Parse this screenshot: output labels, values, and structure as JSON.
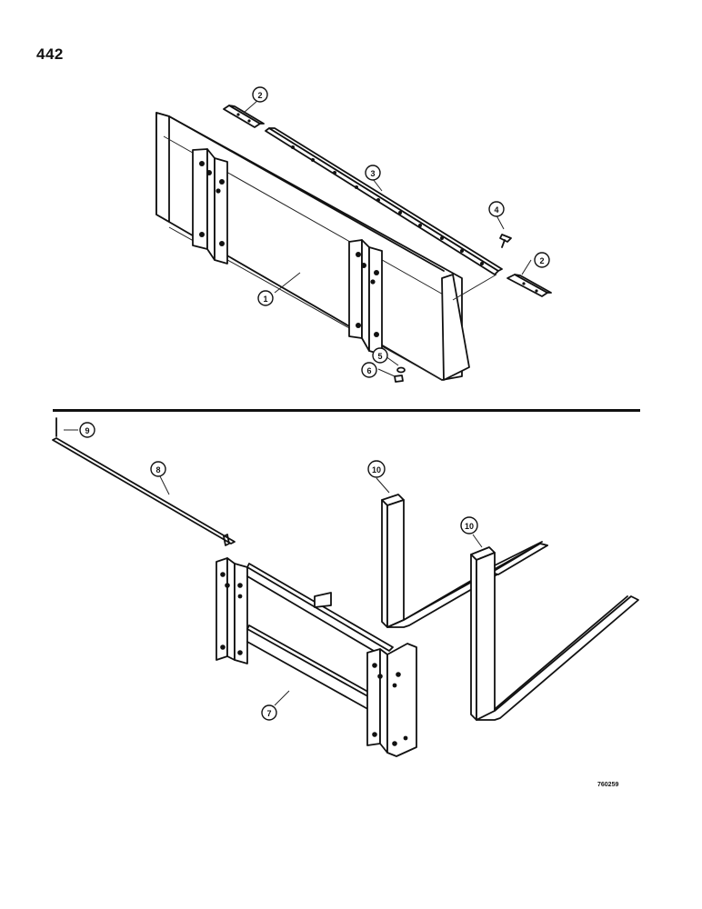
{
  "page_number": "442",
  "figure_code": "760259",
  "callouts": {
    "c1": "1",
    "c2a": "2",
    "c2b": "2",
    "c3": "3",
    "c4": "4",
    "c5": "5",
    "c6": "6",
    "c7": "7",
    "c8": "8",
    "c9": "9",
    "c10a": "10",
    "c10b": "10"
  }
}
